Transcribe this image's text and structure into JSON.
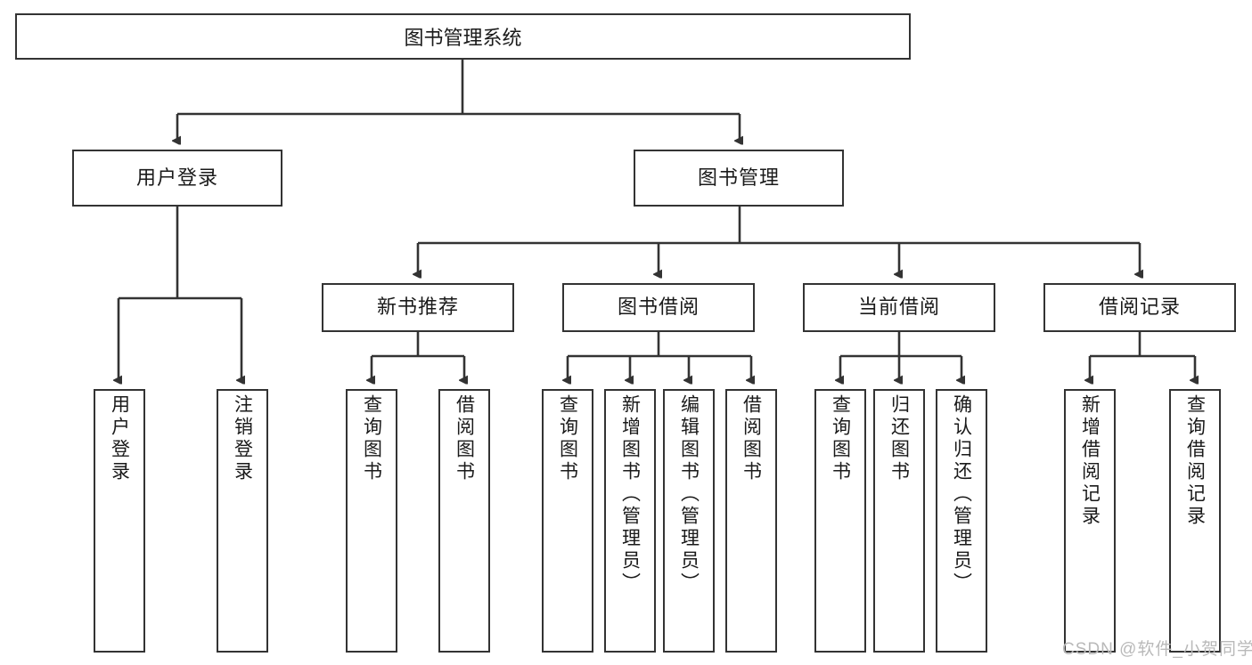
{
  "diagram": {
    "title": "图书管理系统",
    "type": "tree-hierarchy-diagram",
    "colors": {
      "box_border": "#333333",
      "box_fill": "#ffffff",
      "edge": "#333333",
      "text": "#1a1a1a",
      "watermark": "#b9b9b9"
    },
    "nodes": {
      "root": {
        "label": "图书管理系统"
      },
      "level2": [
        {
          "id": "user-login",
          "label": "用户登录"
        },
        {
          "id": "book-management",
          "label": "图书管理"
        }
      ],
      "level3": [
        {
          "id": "new-book-recommend",
          "label": "新书推荐"
        },
        {
          "id": "book-borrow",
          "label": "图书借阅"
        },
        {
          "id": "current-borrow",
          "label": "当前借阅"
        },
        {
          "id": "borrow-record",
          "label": "借阅记录"
        }
      ],
      "leaves": {
        "user-login": [
          {
            "id": "leaf-user-login",
            "label": "用户登录"
          },
          {
            "id": "leaf-logout-login",
            "label": "注销登录"
          }
        ],
        "new-book-recommend": [
          {
            "id": "leaf-query-book-1",
            "label": "查询图书"
          },
          {
            "id": "leaf-borrow-book-1",
            "label": "借阅图书"
          }
        ],
        "book-borrow": [
          {
            "id": "leaf-query-book-2",
            "label": "查询图书"
          },
          {
            "id": "leaf-add-book-admin",
            "label": "新增图书（管理员）"
          },
          {
            "id": "leaf-edit-book-admin",
            "label": "编辑图书（管理员）"
          },
          {
            "id": "leaf-borrow-book-2",
            "label": "借阅图书"
          }
        ],
        "current-borrow": [
          {
            "id": "leaf-query-book-3",
            "label": "查询图书"
          },
          {
            "id": "leaf-return-book",
            "label": "归还图书"
          },
          {
            "id": "leaf-confirm-return-admin",
            "label": "确认归还（管理员）"
          }
        ],
        "borrow-record": [
          {
            "id": "leaf-add-borrow-record",
            "label": "新增借阅记录"
          },
          {
            "id": "leaf-query-borrow-record",
            "label": "查询借阅记录"
          }
        ]
      }
    },
    "watermark": "CSDN @软件_小贺同学"
  }
}
